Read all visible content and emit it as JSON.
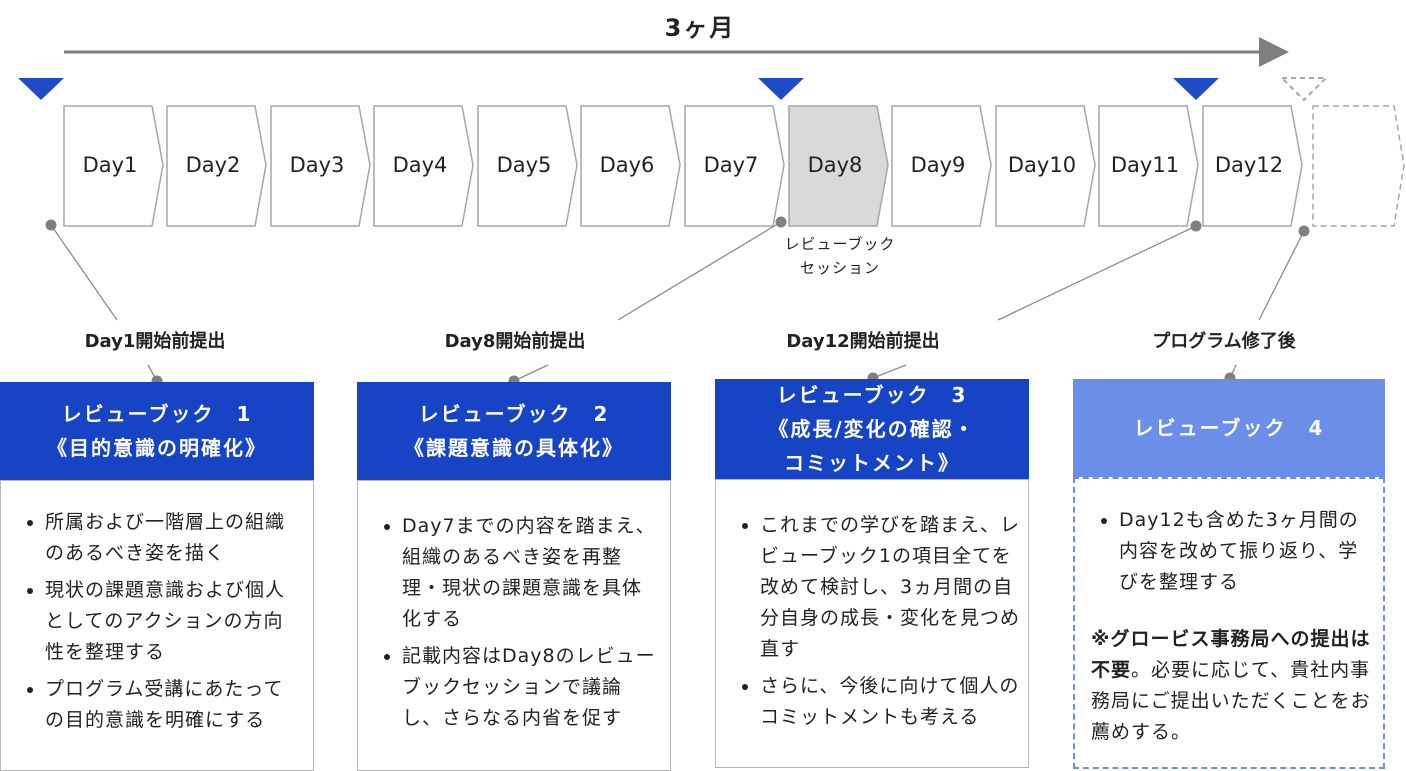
{
  "timeline": {
    "duration_label": "3ヶ月",
    "days": [
      "Day1",
      "Day2",
      "Day3",
      "Day4",
      "Day5",
      "Day6",
      "Day7",
      "Day8",
      "Day9",
      "Day10",
      "Day11",
      "Day12"
    ],
    "highlighted_day": "Day8",
    "session_note_line1": "レビューブック",
    "session_note_line2": "セッション"
  },
  "colors": {
    "marker": "#1f4bc7",
    "header_dark": "#1744c4",
    "header_light": "#6b8fe8",
    "highlight_fill": "#d9d9d9",
    "connector": "#8c8c8c"
  },
  "submissions": [
    {
      "label": "Day1開始前提出"
    },
    {
      "label": "Day8開始前提出"
    },
    {
      "label": "Day12開始前提出"
    },
    {
      "label": "プログラム修了後"
    }
  ],
  "books": [
    {
      "title_line1": "レビューブック　1",
      "title_line2": "《目的意識の明確化》",
      "bullets": [
        "所属および一階層上の組織のあるべき姿を描く",
        "現状の課題意識および個人としてのアクションの方向性を整理する",
        "プログラム受講にあたっての目的意識を明確にする"
      ]
    },
    {
      "title_line1": "レビューブック　2",
      "title_line2": "《課題意識の具体化》",
      "bullets": [
        "Day7までの内容を踏まえ、組織のあるべき姿を再整理・現状の課題意識を具体化する",
        "記載内容はDay8のレビューブックセッションで議論し、さらなる内省を促す"
      ]
    },
    {
      "title_line1": "レビューブック　3",
      "title_line2": "《成長/変化の確認・",
      "title_line3": "コミットメント》",
      "bullets": [
        "これまでの学びを踏まえ、レビューブック1の項目全てを改めて検討し、3ヵ月間の自分自身の成長・変化を見つめ直す",
        "さらに、今後に向けて個人のコミットメントも考える"
      ]
    },
    {
      "title_line1": "レビューブック　4",
      "bullets": [
        "Day12も含めた3ヶ月間の内容を改めて振り返り、学びを整理する"
      ],
      "note_bold": "※グロービス事務局への提出は不要",
      "note_rest": "。必要に応じて、貴社内事務局にご提出いただくことをお薦めする。"
    }
  ]
}
